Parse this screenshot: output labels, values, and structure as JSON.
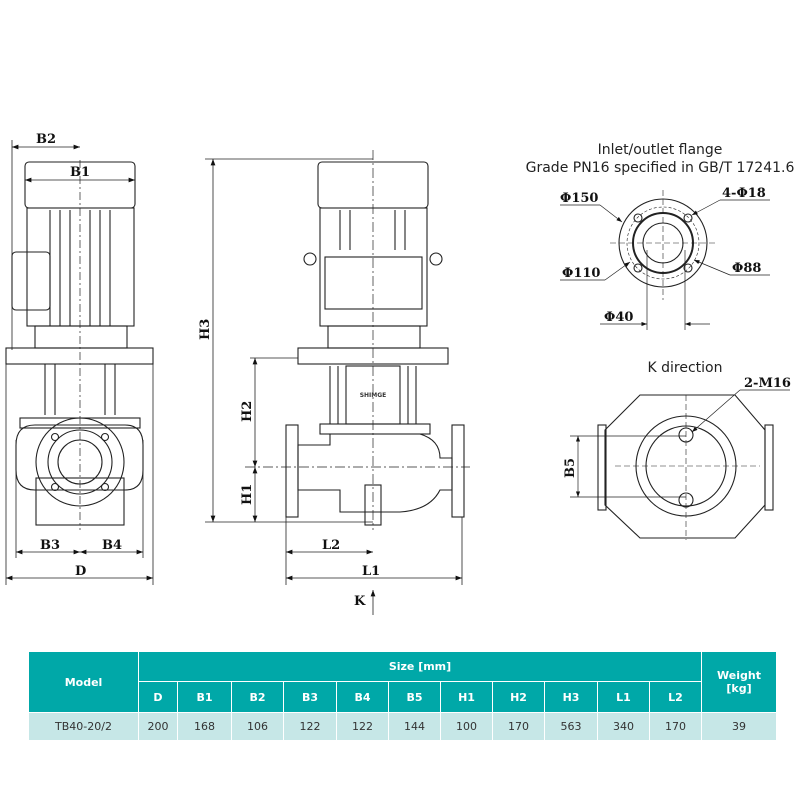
{
  "side_view": {
    "labels": {
      "b2": "B2",
      "b1": "B1",
      "b3": "B3",
      "b4": "B4",
      "d": "D"
    }
  },
  "front_view": {
    "labels": {
      "h3": "H3",
      "h2": "H2",
      "h1": "H1",
      "l2": "L2",
      "l1": "L1",
      "k": "K"
    },
    "nameplate": "SHIMGE"
  },
  "flange": {
    "title_line1": "Inlet/outlet flange",
    "title_line2": "Grade PN16 specified in GB/T 17241.6",
    "d150": "Φ150",
    "holes": "4-Φ18",
    "d110": "Φ110",
    "d88": "Φ88",
    "d40": "Φ40"
  },
  "k_view": {
    "title": "K direction",
    "bolt": "2-M16",
    "b5": "B5"
  },
  "table": {
    "model_header": "Model",
    "size_header": "Size [mm]",
    "weight_header": "Weight [kg]",
    "columns": [
      "D",
      "B1",
      "B2",
      "B3",
      "B4",
      "B5",
      "H1",
      "H2",
      "H3",
      "L1",
      "L2"
    ],
    "rows": [
      {
        "model": "TB40-20/2",
        "values": [
          "200",
          "168",
          "106",
          "122",
          "122",
          "144",
          "100",
          "170",
          "563",
          "340",
          "170"
        ],
        "weight": "39"
      }
    ]
  }
}
